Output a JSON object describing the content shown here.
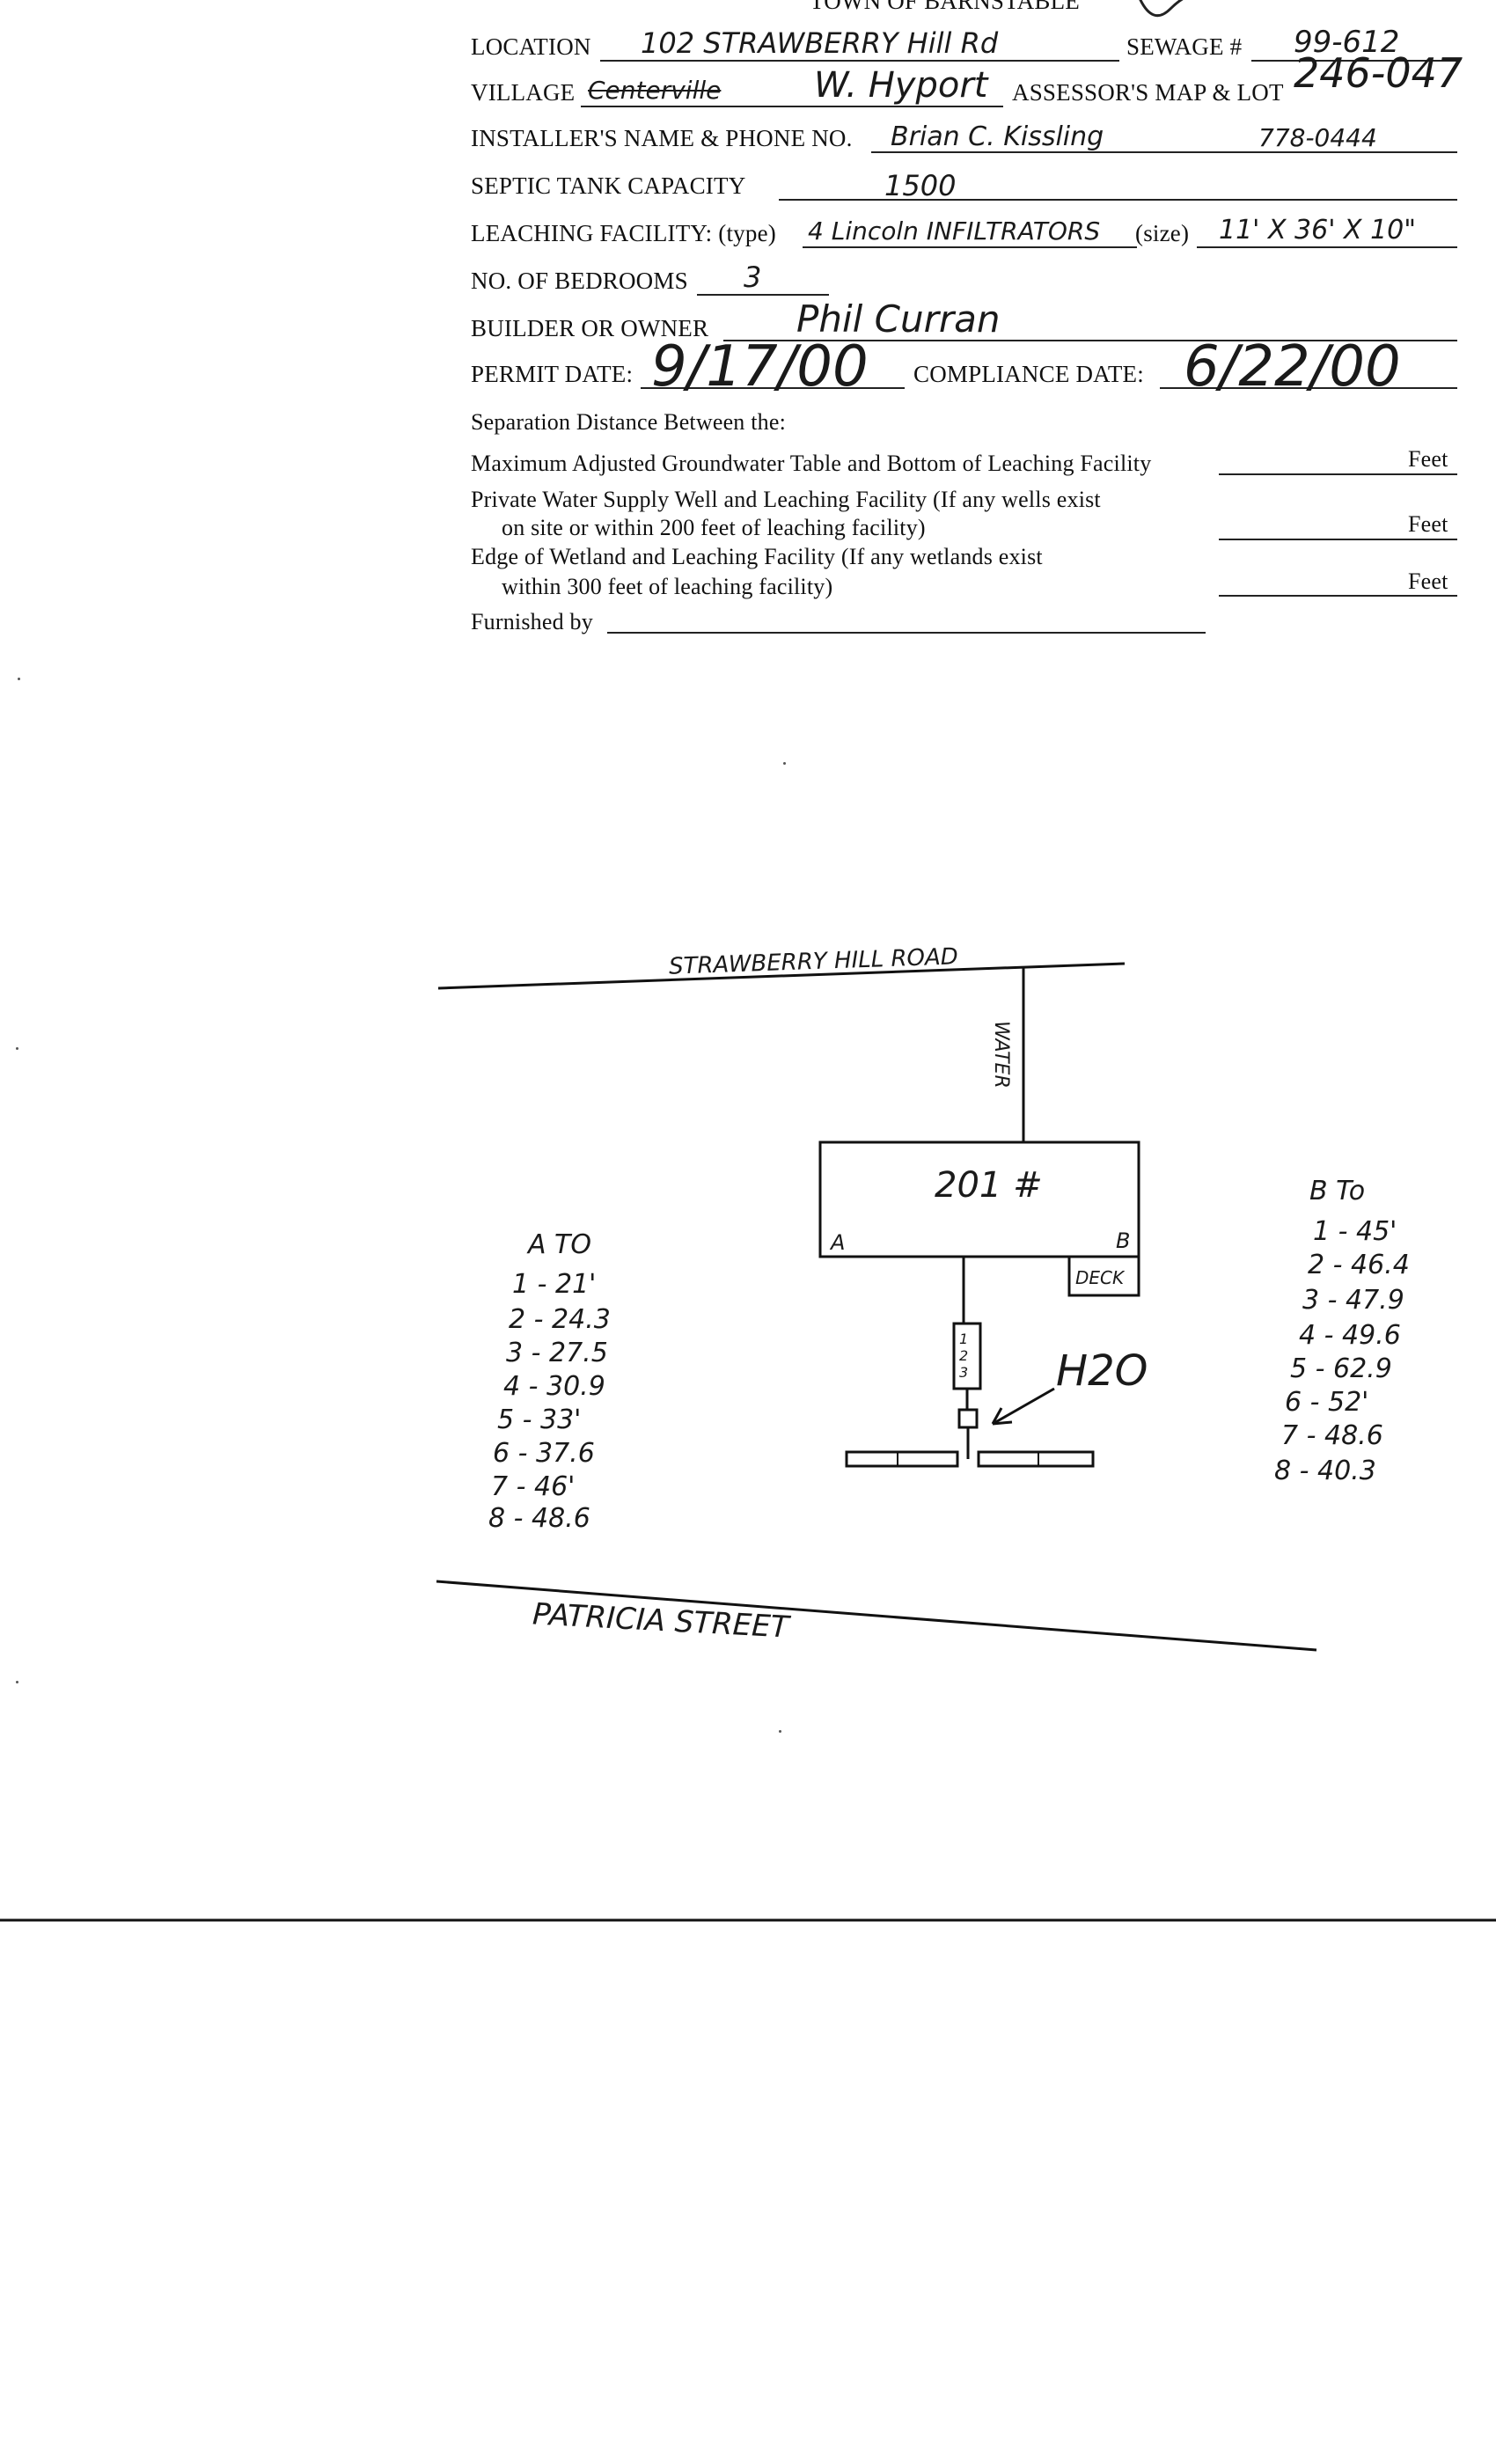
{
  "header": {
    "town": "TOWN OF BARNSTABLE"
  },
  "form": {
    "location_label": "LOCATION",
    "location_value": "102 STRAWBERRY Hill Rd",
    "sewage_label": "SEWAGE #",
    "sewage_value": "99-612",
    "village_label": "VILLAGE",
    "village_struck": "Centerville",
    "village_value": "W. Hyport",
    "assessor_label": "ASSESSOR'S MAP & LOT",
    "assessor_value": "246-047",
    "installer_label": "INSTALLER'S NAME & PHONE NO.",
    "installer_name": "Brian C. Kissling",
    "installer_phone": "778-0444",
    "septic_label": "SEPTIC TANK CAPACITY",
    "septic_value": "1500",
    "leaching_label": "LEACHING FACILITY: (type)",
    "leaching_type": "4 Lincoln INFILTRATORS",
    "size_label": "(size)",
    "leaching_size": "11' X 36' X 10\"",
    "bedrooms_label": "NO. OF BEDROOMS",
    "bedrooms_value": "3",
    "owner_label": "BUILDER OR OWNER",
    "owner_value": "Phil Curran",
    "permit_label": "PERMIT DATE:",
    "permit_value": "9/17/00",
    "compliance_label": "COMPLIANCE DATE:",
    "compliance_value": "6/22/00",
    "separation_heading": "Separation Distance Between the:",
    "sep1": "Maximum Adjusted Groundwater Table and Bottom of Leaching Facility",
    "sep2_line1": "Private Water Supply Well and Leaching Facility  (If any wells exist",
    "sep2_line2": "on site or within 200 feet of leaching facility)",
    "sep3_line1": "Edge of Wetland and Leaching Facility (If any wetlands exist",
    "sep3_line2": "within 300 feet of leaching facility)",
    "feet": "Feet",
    "furnished_label": "Furnished by"
  },
  "sketch": {
    "top_street": "STRAWBERRY HILL ROAD",
    "water_label": "WATER",
    "house_label": "201 #",
    "corner_a": "A",
    "corner_b": "B",
    "deck_label": "DECK",
    "tank_label": "1 2 3",
    "h2o_label": "H2O",
    "bottom_street": "PATRICIA STREET",
    "a_ties_title": "A TO",
    "a_ties": [
      "1 - 21'",
      "2 - 24.3",
      "3 - 27.5",
      "4 - 30.9",
      "5 - 33'",
      "6 - 37.6",
      "7 - 46'",
      "8 - 48.6"
    ],
    "b_ties_title": "B To",
    "b_ties": [
      "1 - 45'",
      "2 - 46.4",
      "3 - 47.9",
      "4 - 49.6",
      "5 - 62.9",
      "6 - 52'",
      "7 - 48.6",
      "8 - 40.3"
    ]
  }
}
